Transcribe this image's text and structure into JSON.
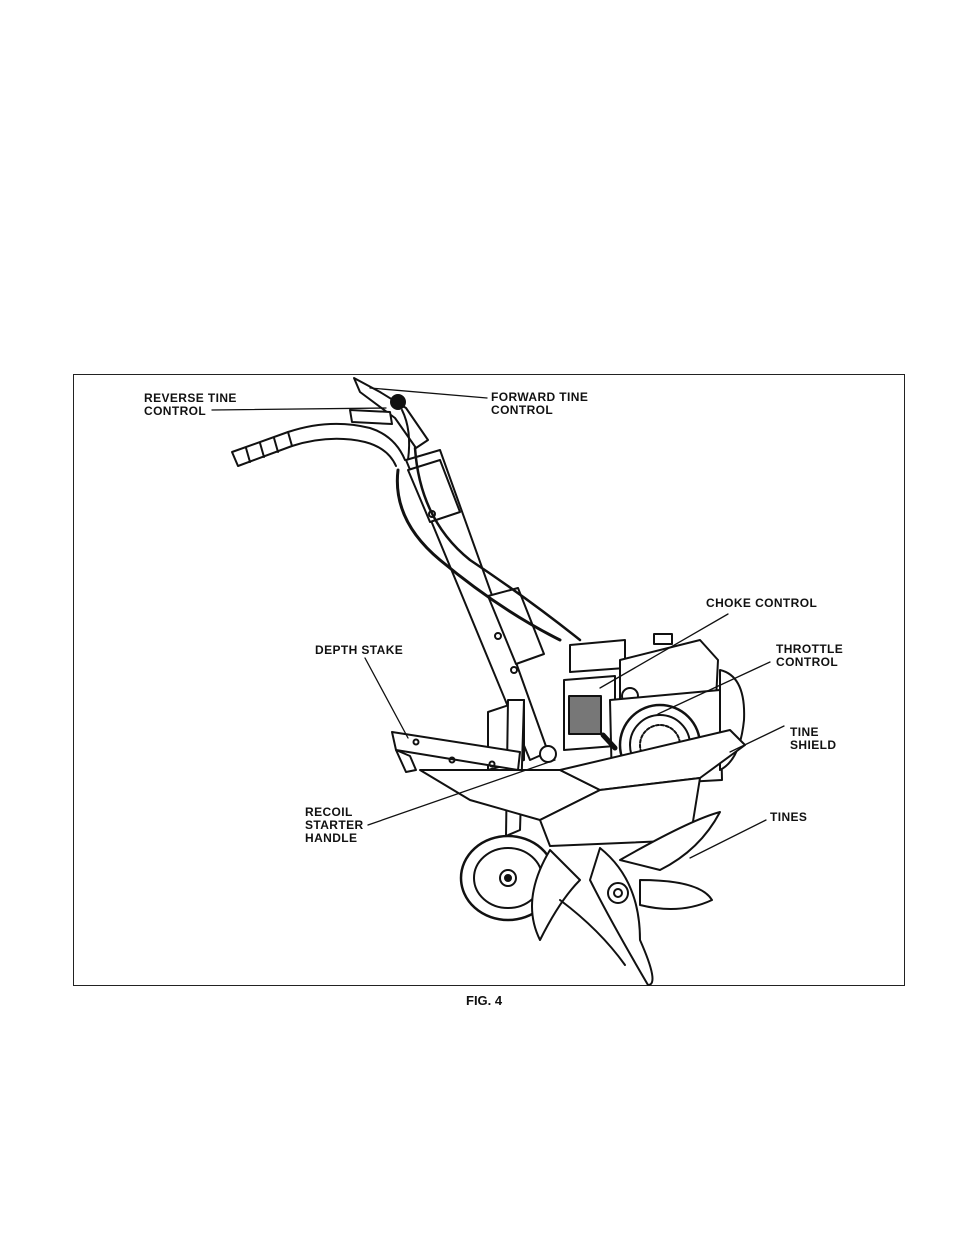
{
  "figure": {
    "caption": "FIG. 4",
    "labels": {
      "reverse_tine_control": [
        "REVERSE TINE",
        "CONTROL"
      ],
      "forward_tine_control": [
        "FORWARD  TINE",
        "CONTROL"
      ],
      "choke_control": [
        "CHOKE  CONTROL"
      ],
      "depth_stake": [
        "DEPTH STAKE"
      ],
      "throttle_control": [
        "THROTTLE",
        "CONTROL"
      ],
      "tine_shield": [
        "TINE",
        "SHIELD"
      ],
      "recoil_starter_handle": [
        "RECOIL",
        "STARTER",
        "HANDLE"
      ],
      "tines": [
        "TINES"
      ]
    }
  }
}
